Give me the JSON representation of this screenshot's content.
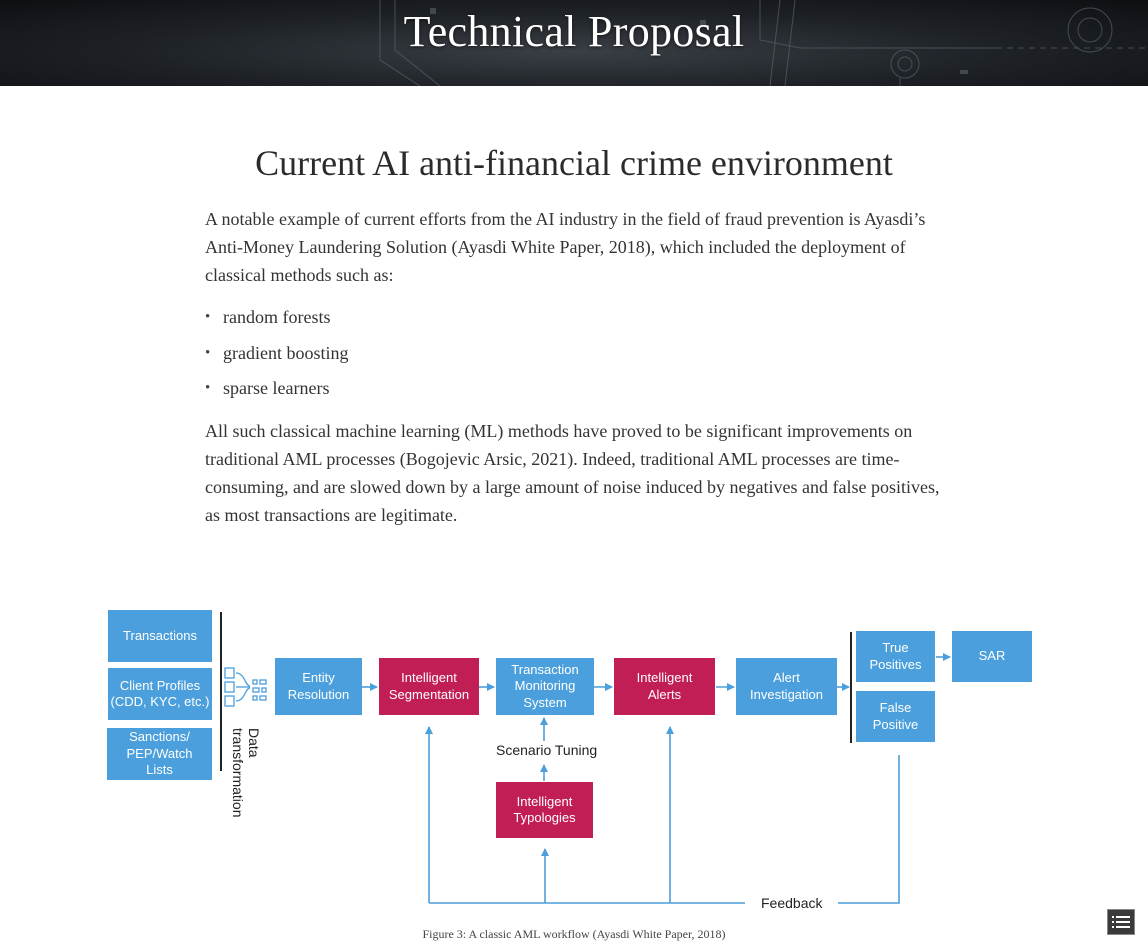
{
  "banner": {
    "title": "Technical Proposal"
  },
  "section": {
    "title": "Current AI anti-financial crime environment",
    "intro": "A notable example of current efforts from the AI industry in the field of fraud prevention is Ayasdi’s Anti-Money Laundering Solution (Ayasdi White Paper, 2018), which included the deployment of classical methods such as:",
    "methods": [
      "random forests",
      "gradient boosting",
      "sparse learners"
    ],
    "body": "All such classical machine learning (ML) methods have proved to be significant improvements on traditional AML processes (Bogojevic Arsic, 2021). Indeed, traditional AML processes are time-consuming, and are slowed down by a large amount of noise induced by negatives and false positives, as most transactions are legitimate."
  },
  "diagram": {
    "inputs": [
      "Transactions",
      "Client Profiles\n(CDD, KYC, etc.)",
      "Sanctions/\nPEP/Watch\nLists"
    ],
    "data_transformation": "Data\ntransformation",
    "entity_resolution": "Entity\nResolution",
    "intelligent_segmentation": "Intelligent\nSegmentation",
    "transaction_monitoring": "Transaction\nMonitoring\nSystem",
    "intelligent_alerts": "Intelligent\nAlerts",
    "alert_investigation": "Alert\nInvestigation",
    "true_positives": "True\nPositives",
    "false_positive": "False\nPositive",
    "sar": "SAR",
    "scenario_tuning": "Scenario Tuning",
    "intelligent_typologies": "Intelligent\nTypologies",
    "feedback": "Feedback",
    "colors": {
      "blue": "#4b9fdc",
      "magenta": "#c21e56",
      "arrow": "#4b9fdc"
    }
  },
  "caption": "Figure 3: A classic AML workflow (Ayasdi White Paper, 2018)",
  "toc_button": {
    "icon": "list-icon"
  }
}
